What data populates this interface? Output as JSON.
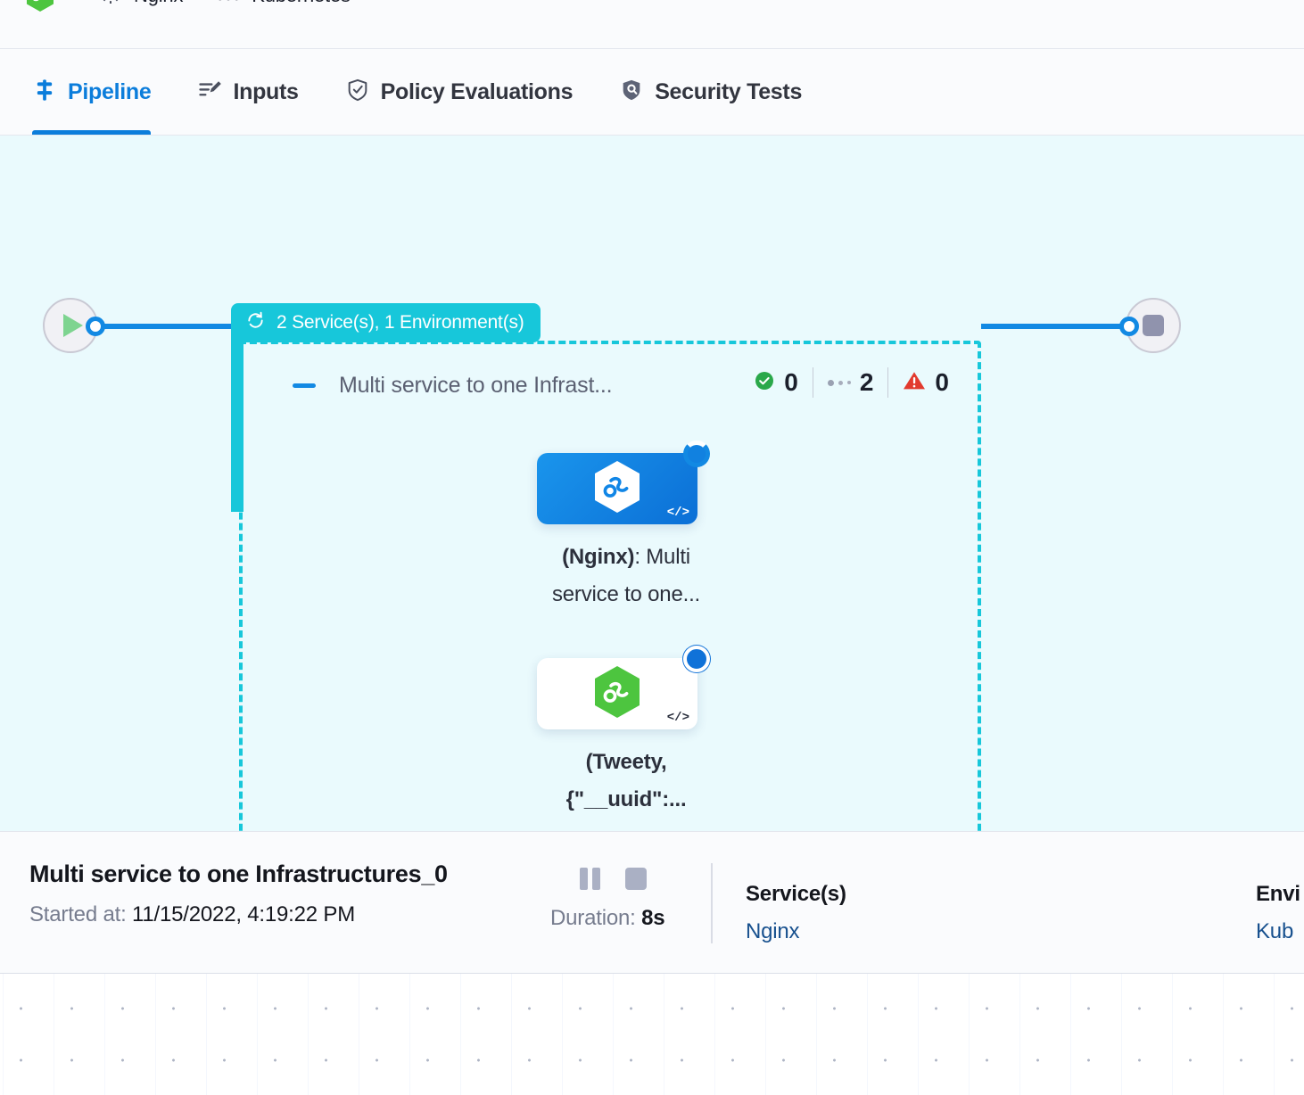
{
  "breadcrumbs": {
    "items": [
      {
        "icon": "harness-hexagon-logo",
        "label": ""
      },
      {
        "icon": "gear-icon",
        "label": "Nginx"
      },
      {
        "icon": "kubernetes-nodes-icon",
        "label": "Kubernetes"
      }
    ]
  },
  "tabs": [
    {
      "id": "pipeline",
      "label": "Pipeline",
      "icon": "pipeline-icon",
      "active": true
    },
    {
      "id": "inputs",
      "label": "Inputs",
      "icon": "inputs-icon",
      "active": false
    },
    {
      "id": "policy",
      "label": "Policy Evaluations",
      "icon": "shield-check-icon",
      "active": false
    },
    {
      "id": "security",
      "label": "Security Tests",
      "icon": "shield-scan-icon",
      "active": false
    }
  ],
  "canvas": {
    "start_node": {
      "name": "start",
      "icon": "play-icon"
    },
    "end_node": {
      "name": "end",
      "icon": "stop-icon"
    },
    "group": {
      "badge_icon": "loop-repeat-icon",
      "badge_label": "2 Service(s), 1 Environment(s)",
      "title": "Multi service to one Infrast...",
      "counters": [
        {
          "icon": "success-check-icon",
          "value": "0",
          "color": "#2aa84a"
        },
        {
          "icon": "running-dots-icon",
          "value": "2",
          "color": "#9aa1b2"
        },
        {
          "icon": "error-warning-icon",
          "value": "0",
          "color": "#e23a2e"
        }
      ],
      "nodes": [
        {
          "id": "node-nginx",
          "icon": "service-hexagon-icon",
          "code_badge": "</>",
          "status": "running",
          "label_bold": "(Nginx)",
          "label_rest": ": Multi service to one..."
        },
        {
          "id": "node-tweety",
          "icon": "service-hexagon-icon",
          "code_badge": "</>",
          "status": "running",
          "label_bold": "(Tweety, {\"__uuid\":...",
          "label_rest": ""
        }
      ]
    }
  },
  "detail": {
    "title": "Multi service to one Infrastructures_0",
    "started_label": "Started at:",
    "started_value": "11/15/2022, 4:19:22 PM",
    "pause_button": "pause-icon",
    "stop_button": "stop-icon",
    "duration_label": "Duration:",
    "duration_value": "8s",
    "services": {
      "header": "Service(s)",
      "value": "Nginx"
    },
    "environments": {
      "header": "Envi",
      "value": "Kub"
    }
  },
  "colors": {
    "accent_blue": "#1289e3",
    "group_teal": "#17c7da",
    "canvas_bg": "#eafafd",
    "success_green": "#2aa84a",
    "error_red": "#e23a2e"
  }
}
